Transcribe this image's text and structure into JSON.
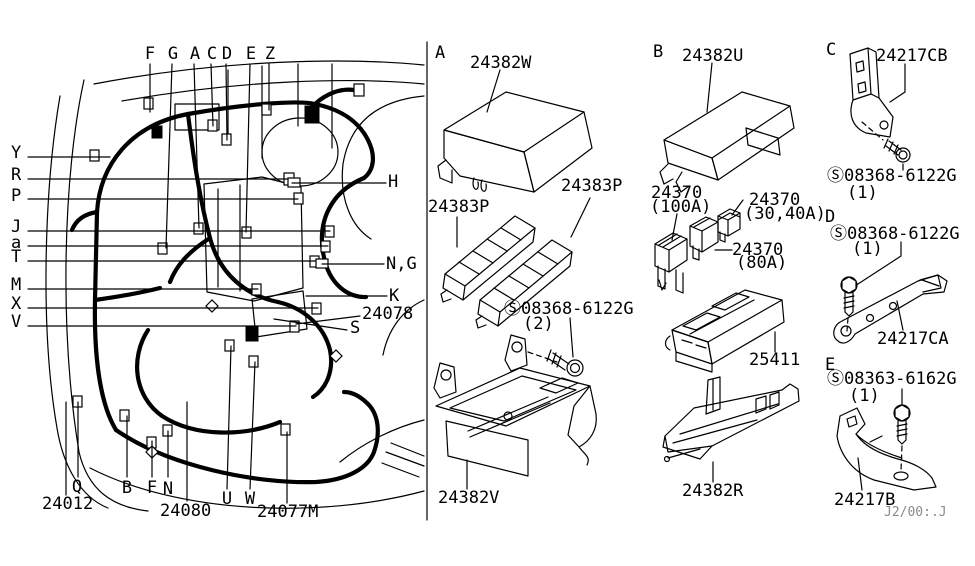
{
  "colors": {
    "ink": "#000000",
    "bg": "#ffffff",
    "footer_gray": "#8a8a8a"
  },
  "main_diagram": {
    "top_callouts": [
      "F",
      "G",
      "A",
      "C",
      "D",
      "E",
      "Z"
    ],
    "left_callouts": [
      "Y",
      "R",
      "P",
      "J",
      "a",
      "T",
      "M",
      "X",
      "V"
    ],
    "right_callouts": {
      "h": "H",
      "n_g": "N,G",
      "k": "K",
      "part_24078": "24078",
      "s": "S"
    },
    "bottom_callouts": [
      "Q",
      "B",
      "F",
      "N",
      "U",
      "W"
    ],
    "bottom_parts": {
      "p24012": "24012",
      "p24080": "24080",
      "p24077m": "24077M"
    }
  },
  "section_a": {
    "letter": "A",
    "cover": "24382W",
    "connector_left": "24383P",
    "connector_right": "24383P",
    "screw": "Ⓢ08368-6122G",
    "screw_qty": "(2)",
    "base": "24382V"
  },
  "section_b": {
    "letter": "B",
    "cover": "24382U",
    "fuse_100": "24370",
    "fuse_100_amp": "(100A)",
    "fuse_3040": "24370",
    "fuse_3040_amp": "(30,40A)",
    "fuse_80": "24370",
    "fuse_80_amp": "(80A)",
    "fuse_block": "25411",
    "bracket": "24382R"
  },
  "section_c": {
    "letter": "C",
    "bracket": "24217CB",
    "screw": "Ⓢ08368-6122G",
    "screw_qty": "(1)"
  },
  "section_d": {
    "letter": "D",
    "screw": "Ⓢ08368-6122G",
    "screw_qty": "(1)",
    "bracket": "24217CA"
  },
  "section_e": {
    "letter": "E",
    "screw": "Ⓢ08363-6162G",
    "screw_qty": "(1)",
    "bracket": "24217B"
  },
  "footer": {
    "code": "J2/00:.J"
  }
}
